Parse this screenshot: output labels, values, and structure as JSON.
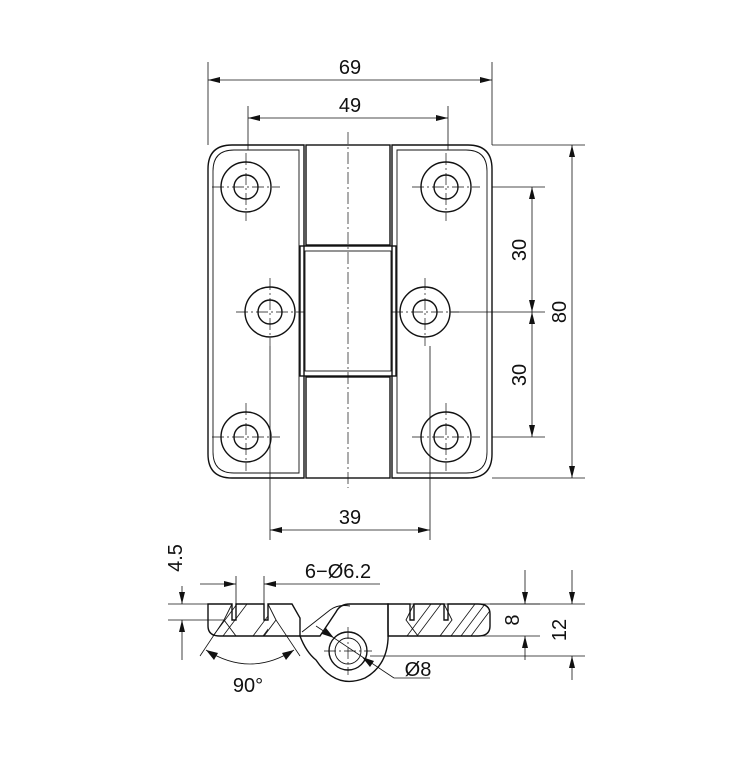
{
  "dimensions": {
    "overall_width": "69",
    "knuckle_width": "49",
    "hole_spacing_x": "39",
    "hole_spacing_upper": "30",
    "hole_spacing_lower": "30",
    "overall_height": "80",
    "countersink_depth": "4.5",
    "hole_callout": "6−Ø6.2",
    "plate_thickness": "8",
    "total_thickness": "12",
    "pin_diameter": "Ø8",
    "countersink_angle": "90°"
  }
}
